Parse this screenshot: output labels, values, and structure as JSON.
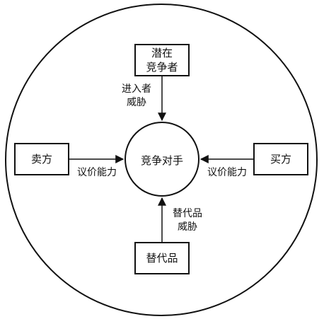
{
  "nodes": {
    "entrants": {
      "line1": "潜在",
      "line2": "竞争者"
    },
    "sellers": {
      "label": "卖方"
    },
    "buyers": {
      "label": "买方"
    },
    "substitutes": {
      "label": "替代品"
    },
    "center": {
      "label": "竞争对手"
    }
  },
  "edges": {
    "entrants_threat": {
      "line1": "进入者",
      "line2": "威胁"
    },
    "seller_power": {
      "label": "议价能力"
    },
    "buyer_power": {
      "label": "议价能力"
    },
    "substitute_threat": {
      "line1": "替代品",
      "line2": "威胁"
    }
  },
  "colors": {
    "stroke": "#111111",
    "background": "#ffffff"
  }
}
